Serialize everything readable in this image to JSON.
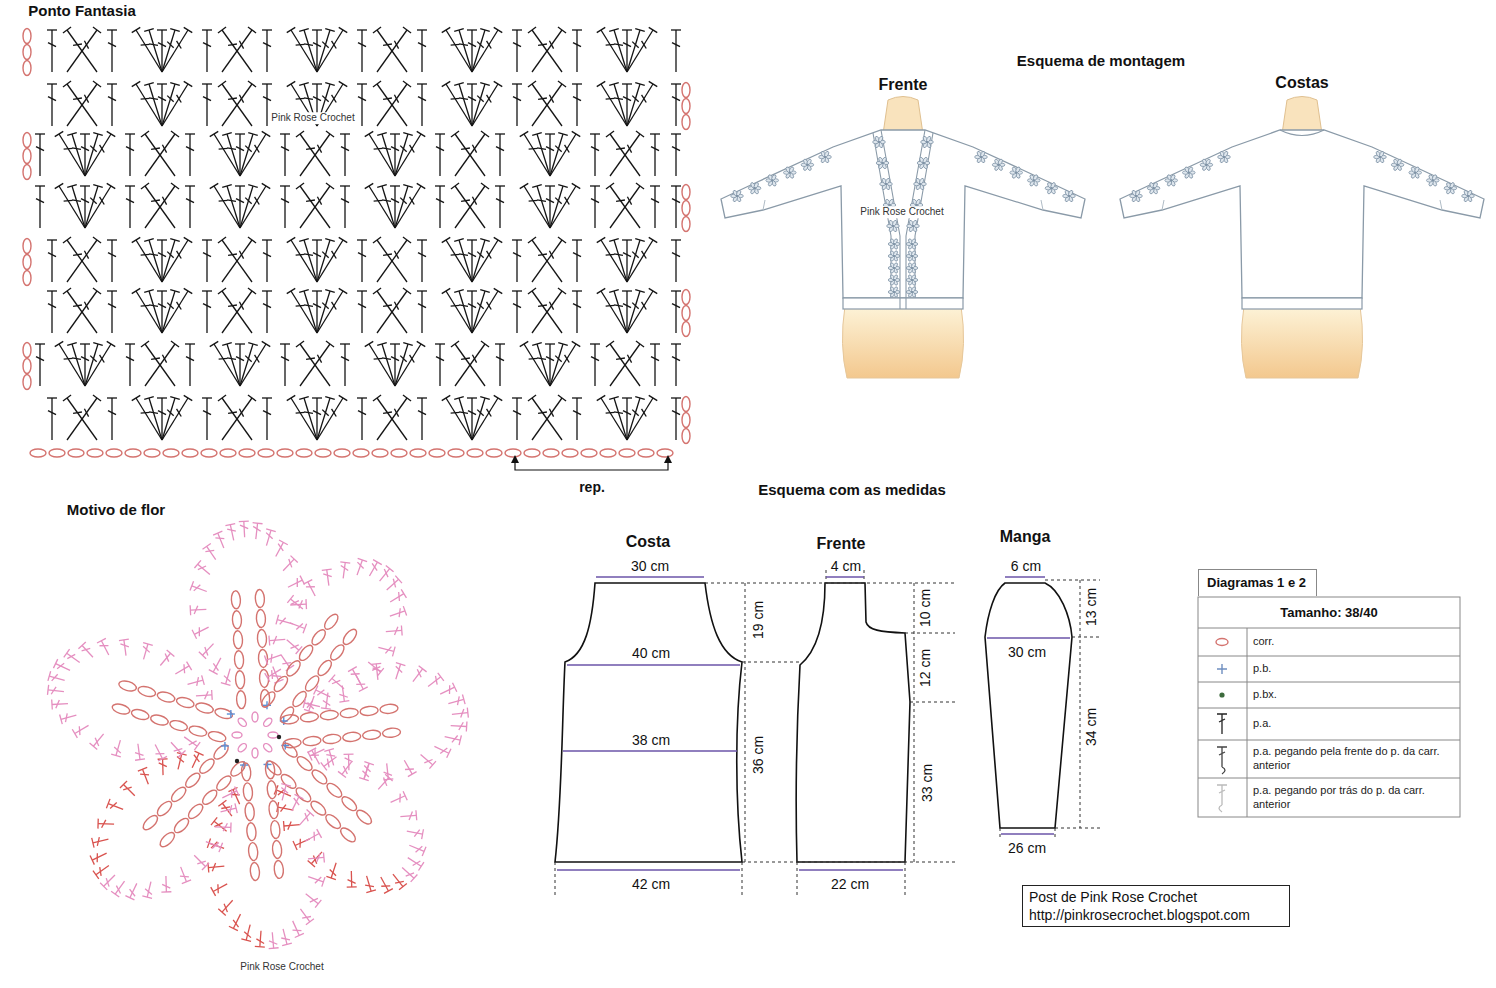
{
  "diagram": {
    "nodes": [
      {
        "text": [
          "Diagramas 1 e 2"
        ]
      },
      {
        "text": [
          "Tamanho: 38/40"
        ]
      },
      {
        "text": [
          "Post de Pink Rose Crochet",
          "http://pinkrosecrochet.blogspot.com"
        ]
      }
    ],
    "labels": [
      "Ponto Fantasia",
      "Pink Rose Crochet",
      "rep.",
      "Esquema de montagem",
      "Frente",
      "Costas",
      "Pink Rose Crochet",
      "Motivo de flor",
      "Pink Rose Crochet",
      "Esquema com as medidas",
      "Costa",
      "Frente",
      "Manga",
      "30 cm",
      "19 cm",
      "40 cm",
      "38 cm",
      "36 cm",
      "42 cm",
      "4 cm",
      "10 cm",
      "12 cm",
      "33 cm",
      "22 cm",
      "6 cm",
      "13 cm",
      "30 cm",
      "34 cm",
      "26 cm"
    ],
    "legend": [
      {
        "text": "corr."
      },
      {
        "text": "p.b."
      },
      {
        "text": "p.bx."
      },
      {
        "text": "p.a."
      },
      {
        "text": "p.a. pegando pela frente do p. da carr. anterior"
      },
      {
        "text": "p.a. pegando por trás do p. da carr. anterior"
      }
    ]
  }
}
